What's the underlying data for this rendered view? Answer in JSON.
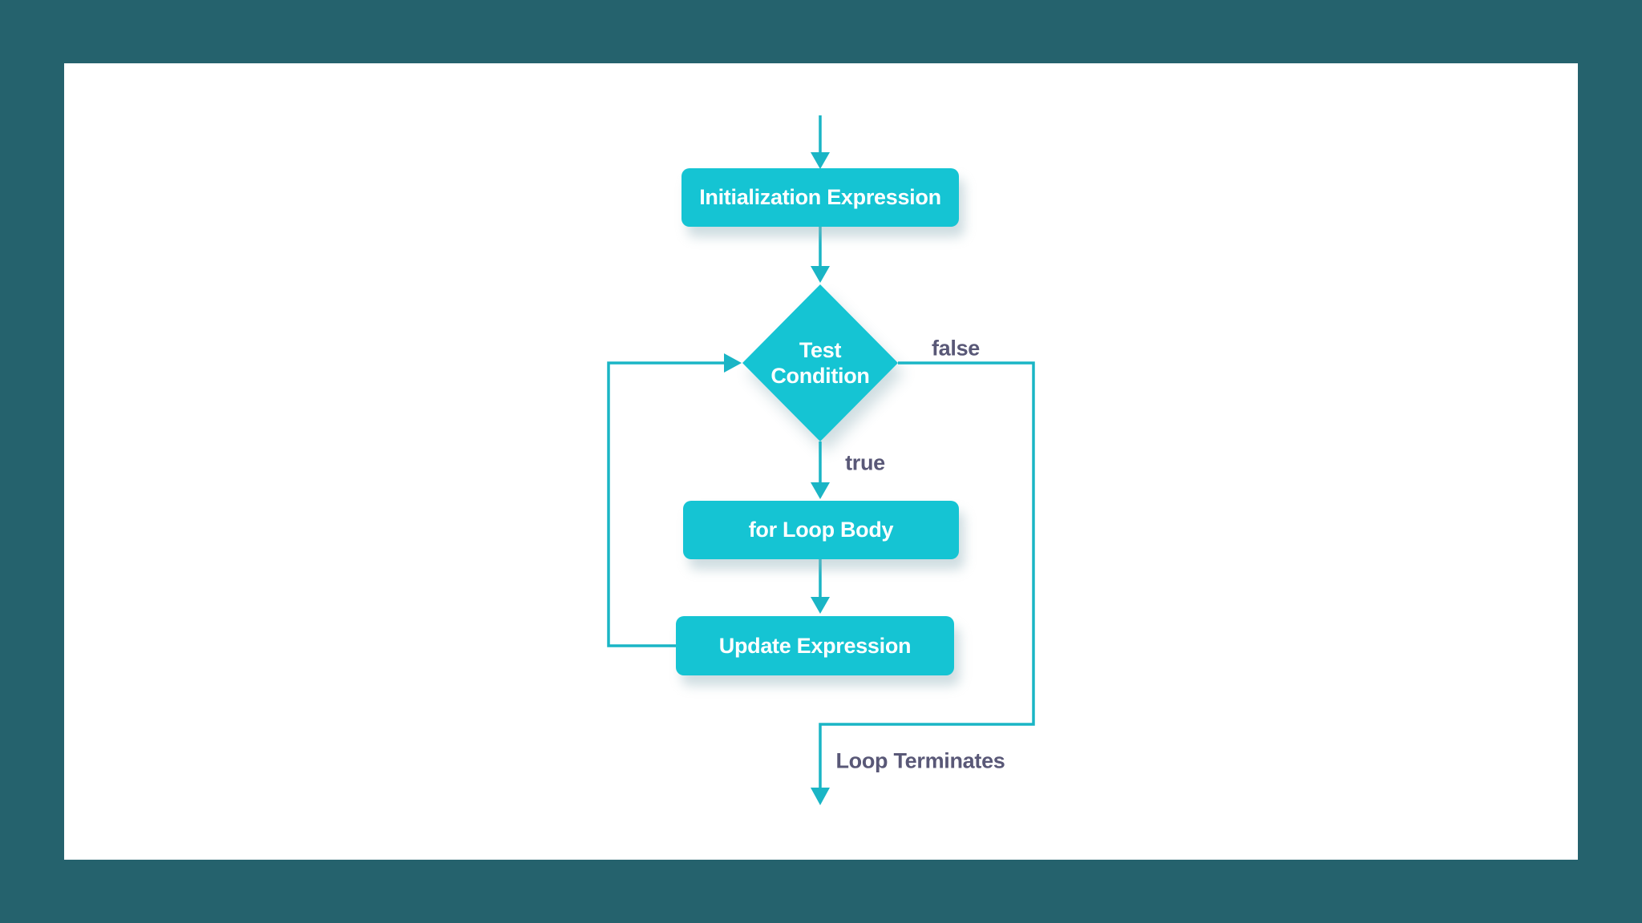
{
  "window": {
    "frame_background": "#25626d",
    "canvas_background": "#ffffff"
  },
  "palette": {
    "node_fill": "#15c4d3",
    "connector": "#1ab5c5",
    "node_text_color": "#ffffff",
    "edge_label_color": "#595877"
  },
  "flowchart": {
    "nodes": [
      {
        "id": "initialization-expression",
        "shape": "rectangle",
        "label": "Initialization Expression"
      },
      {
        "id": "test-condition",
        "shape": "diamond",
        "label": "Test Condition"
      },
      {
        "id": "for-loop-body",
        "shape": "rectangle",
        "label": "for Loop Body"
      },
      {
        "id": "update-expression",
        "shape": "rectangle",
        "label": "Update Expression"
      }
    ],
    "edge_labels": {
      "false_branch": "false",
      "true_branch": "true",
      "loop_terminates": "Loop Terminates"
    }
  }
}
